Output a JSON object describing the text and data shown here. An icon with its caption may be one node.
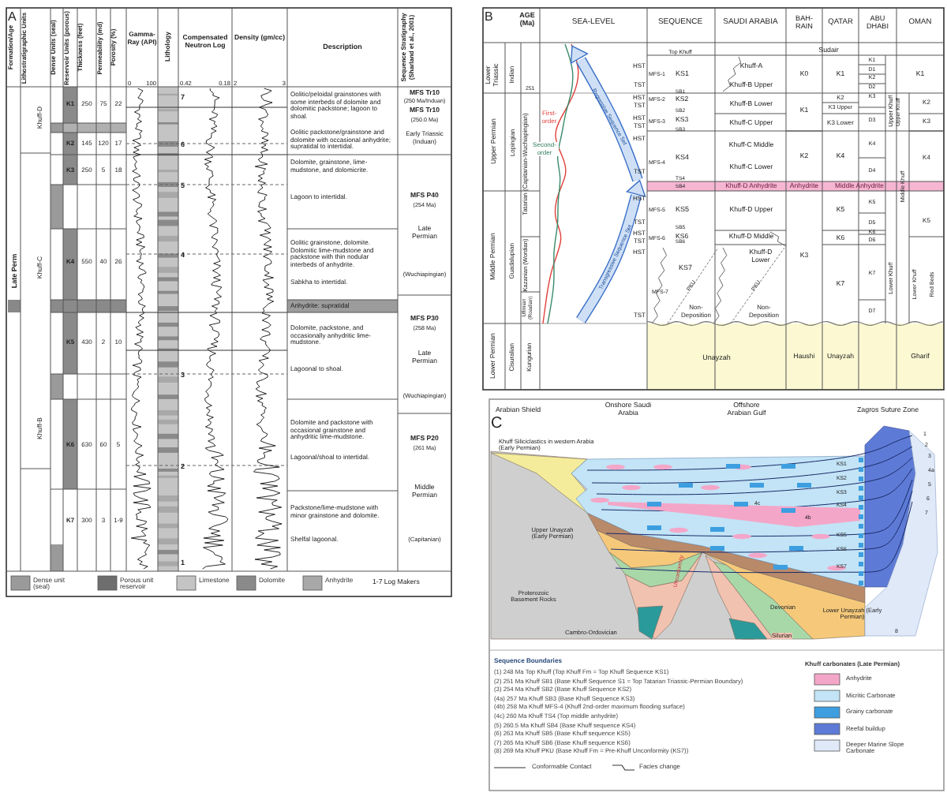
{
  "diagram": {
    "labels": [
      "A",
      "Formation/Age",
      "Lithostratigraphic Units",
      "Dense Units (seal)",
      "Reservoir Units (porous)",
      "Thickness (feet)",
      "Permeability (md)",
      "Porosity (%)",
      "Gamma-Ray (API)",
      "Lithology",
      "Compensated Neutron Log",
      "Density (gm/cc)",
      "Description",
      "Sequence Stratigraphy (Sharland et al., 2001)",
      "0",
      "100",
      "0.42",
      "0.18",
      "2",
      "3",
      "K1",
      "250",
      "75",
      "22",
      "K2",
      "145",
      "120",
      "17",
      "K3",
      "250",
      "5",
      "18",
      "K4",
      "550",
      "40",
      "26",
      "K5",
      "430",
      "2",
      "10",
      "K6",
      "630",
      "60",
      "5",
      "K7",
      "300",
      "3",
      "1-9",
      "Khuff-D",
      "Khuff-C",
      "Khuff-B",
      "Late Perm",
      "7",
      "6",
      "5",
      "4",
      "3",
      "2",
      "1",
      "Oolitic/peloidal grainstones with some interbeds of dolomite and dolomitic packstone; lagoon to shoal.",
      "Oolitic packstone/grainstone and dolomite with occasional anhydrite; supratidal to intertidal.",
      "Dolomite, grainstone, lime-mudstone, and dolomicrite.",
      "Lagoon to intertidal.",
      "Oolitic grainstone, dolomite. Dolomitic lime-mudstone and packstone with thin nodular interbeds of anhydrite.",
      "Sabkha to intertidal.",
      "Anhydrite: supratidal",
      "Dolomite, packstone, and occasionally anhydritic lime-mudstone.",
      "Lagoonal to shoal.",
      "Dolomite and packstone with occasional grainstone and anhydritic lime-mudstone.",
      "Lagoonal/shoal to intertidal.",
      "Packstone/lime-mudstone with minor grainstone and dolomite.",
      "Shelfal lagoonal.",
      "MFS Tr10",
      "(250 Ma/Induan)",
      "MFS Tr10",
      "(250.0 Ma)",
      "Early Triassic (Induan)",
      "MFS P40",
      "(254 Ma)",
      "Late Permian",
      "(Wuchiapingian)",
      "MFS P30",
      "(258 Ma)",
      "Late Permian",
      "(Wuchiapingian)",
      "MFS P20",
      "(261 Ma)",
      "Middle Permian",
      "(Capitanian)",
      "1-7 Log Makers",
      "B",
      "AGE (Ma)",
      "SEA-LEVEL",
      "SEQUENCE",
      "SAUDI ARABIA",
      "BAH-RAIN",
      "QATAR",
      "ABU DHABI",
      "OMAN",
      "Sudair",
      "Lower Triassic",
      "Indian",
      "251",
      "Upper Permian",
      "Lopingian",
      "Tatarian (Capitanian-Wuchiapingian)",
      "Middle Permian",
      "Guadalupian",
      "Kazanian (Wordian)",
      "Ufimian (Roadian)",
      "Lower Permian",
      "Cisuralian",
      "Kungurian",
      "First-order",
      "Second-order",
      "Regressive Sequence Set",
      "Transgressive Sequence Set",
      "HST",
      "TST",
      "HST",
      "TST",
      "HST",
      "TST",
      "HST",
      "TST",
      "HST",
      "TST",
      "HST",
      "TST",
      "HST",
      "TST",
      "Top Khuff",
      "MFS-1",
      "KS1",
      "SB1",
      "MFS-2",
      "KS2",
      "SB2",
      "MFS-3",
      "KS3",
      "SB3",
      "MFS-4",
      "KS4",
      "TS4",
      "SB4",
      "MFS-5",
      "KS5",
      "SB5",
      "MFS-6",
      "KS6",
      "SB6",
      "KS7",
      "MFS-7",
      "PKU",
      "Non-Deposition",
      "Khuff-A",
      "Khuff-B Upper",
      "Khuff-B Lower",
      "Khuff-C Upper",
      "Khuff-C Middle",
      "Khuff-C Lower",
      "Khuff-D Anhydrite",
      "Khuff-D Upper",
      "Khuff-D Middle",
      "Khuff-D Lower",
      "PKU",
      "Non-Deposition",
      "Unayzah",
      "K0",
      "K1",
      "K2",
      "Anhydrite",
      "K3",
      "Haushi",
      "K1",
      "K2",
      "K3 Upper",
      "K3 Lower",
      "K4",
      "Middle Anhydrite",
      "K5",
      "K6",
      "K7",
      "Unayzah",
      "K1",
      "D1",
      "K2",
      "D2",
      "K3",
      "D3",
      "K4",
      "D4",
      "K5",
      "D5",
      "K6",
      "D6",
      "K7",
      "D7",
      "Upper Khuff",
      "Lower Khuff",
      "K1",
      "Upper Khuff",
      "K2",
      "K3",
      "K4",
      "Middle Khuff",
      "K5",
      "Lower Khuff",
      "Red Beds",
      "Gharif",
      "Arabian Shield",
      "Onshore Saudi Arabia",
      "Offshore Arabian Gulf",
      "Zagros Suture Zone",
      "C",
      "Khuff Siliciclastics in western Arabia (Early Permian)",
      "1",
      "2",
      "3",
      "4a",
      "5",
      "6",
      "7",
      "KS1",
      "KS2",
      "KS3",
      "KS4",
      "KS5",
      "KS6",
      "KS7",
      "4c",
      "4b",
      "Upper Unayzah (Early Permian)",
      "Proterozoic Basement Rocks",
      "Unconformity",
      "Devonian",
      "Lower Unayzah (Early Permian)",
      "Cambro-Ordovician",
      "Silurian",
      "8",
      "Sequence Boundaries",
      "(1) 248 Ma Top Khuff (Top Khuff Fm = Top Khuff Sequence KS1)",
      "(2) 251 Ma Khuff SB1 (Base Khuff Sequence S1 = Top Tatarian Triassic-Permian Boundary)",
      "(3) 254 Ma Khuff SB2 (Base Khuff Sequence KS2)",
      "(4a) 257 Ma Khuff SB3 (Base Khuff Sequence KS3)",
      "(4b) 258 Ma Khuff MFS-4 (Khuff 2nd-order maximum flooding surface)",
      "(4c) 260 Ma Khuff TS4 (Top middle anhydrite)",
      "(5) 260.5 Ma Khuff SB4 (Base Khuff sequence KS4)",
      "(6) 263 Ma Khuff SB5 (Base Khuff sequence KS5)",
      "(7) 265 Ma Khuff SB6 (Base Khuff sequence KS6)",
      "(8) 269 Ma Khuff PKU (Base Khuff Fm = Pre-Khuff Unconformity (KS7))",
      "Khuff carbonates (Late Permian)"
    ],
    "legend": [
      {
        "text": "Dense unit (seal)",
        "color": "#9a9a9a"
      },
      {
        "text": "Porous unit reservoir",
        "color": "#6e6e6e"
      },
      {
        "text": "Limestone",
        "color": "#c4c4c4"
      },
      {
        "text": "Dolomite",
        "color": "#8a8a8a"
      },
      {
        "text": "Anhydrite",
        "color": "#a8a8a8"
      },
      {
        "text": "Anhydrite",
        "color": "#f4a6c8"
      },
      {
        "text": "Micritic Carbonate",
        "color": "#c2e4f6"
      },
      {
        "text": "Grainy carbonate",
        "color": "#3d9ee0"
      },
      {
        "text": "Reefal buildup",
        "color": "#5d7bd6"
      },
      {
        "text": "Deeper Marine Slope Carbonate",
        "color": "#dfe9f8"
      },
      {
        "text": "Conformable Contact"
      },
      {
        "text": "Facies change"
      }
    ]
  }
}
